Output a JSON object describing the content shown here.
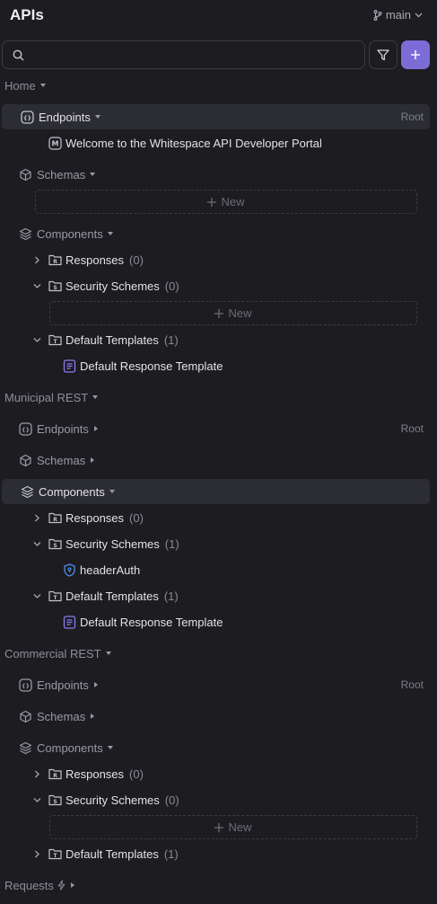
{
  "header": {
    "title": "APIs",
    "branch": "main"
  },
  "search": {
    "placeholder": ""
  },
  "sections": {
    "home": {
      "label": "Home",
      "endpoints_label": "Endpoints",
      "root_label": "Root",
      "welcome_doc": "Welcome to the Whitespace API Developer Portal",
      "schemas_label": "Schemas",
      "new_label": "New",
      "components_label": "Components",
      "responses_label": "Responses",
      "responses_count": "(0)",
      "security_label": "Security Schemes",
      "security_count": "(0)",
      "templates_label": "Default Templates",
      "templates_count": "(1)",
      "template_item": "Default Response Template"
    },
    "municipal": {
      "label": "Municipal REST",
      "endpoints_label": "Endpoints",
      "root_label": "Root",
      "schemas_label": "Schemas",
      "components_label": "Components",
      "responses_label": "Responses",
      "responses_count": "(0)",
      "security_label": "Security Schemes",
      "security_count": "(1)",
      "security_item": "headerAuth",
      "templates_label": "Default Templates",
      "templates_count": "(1)",
      "template_item": "Default Response Template"
    },
    "commercial": {
      "label": "Commercial REST",
      "endpoints_label": "Endpoints",
      "root_label": "Root",
      "schemas_label": "Schemas",
      "components_label": "Components",
      "responses_label": "Responses",
      "responses_count": "(0)",
      "security_label": "Security Schemes",
      "security_count": "(0)",
      "new_label": "New",
      "templates_label": "Default Templates",
      "templates_count": "(1)"
    },
    "requests": {
      "label": "Requests"
    }
  },
  "colors": {
    "accent": "#7c6cd6",
    "background": "#1c1c21",
    "highlight": "#2c2c33",
    "shield": "#4c8fe8"
  }
}
